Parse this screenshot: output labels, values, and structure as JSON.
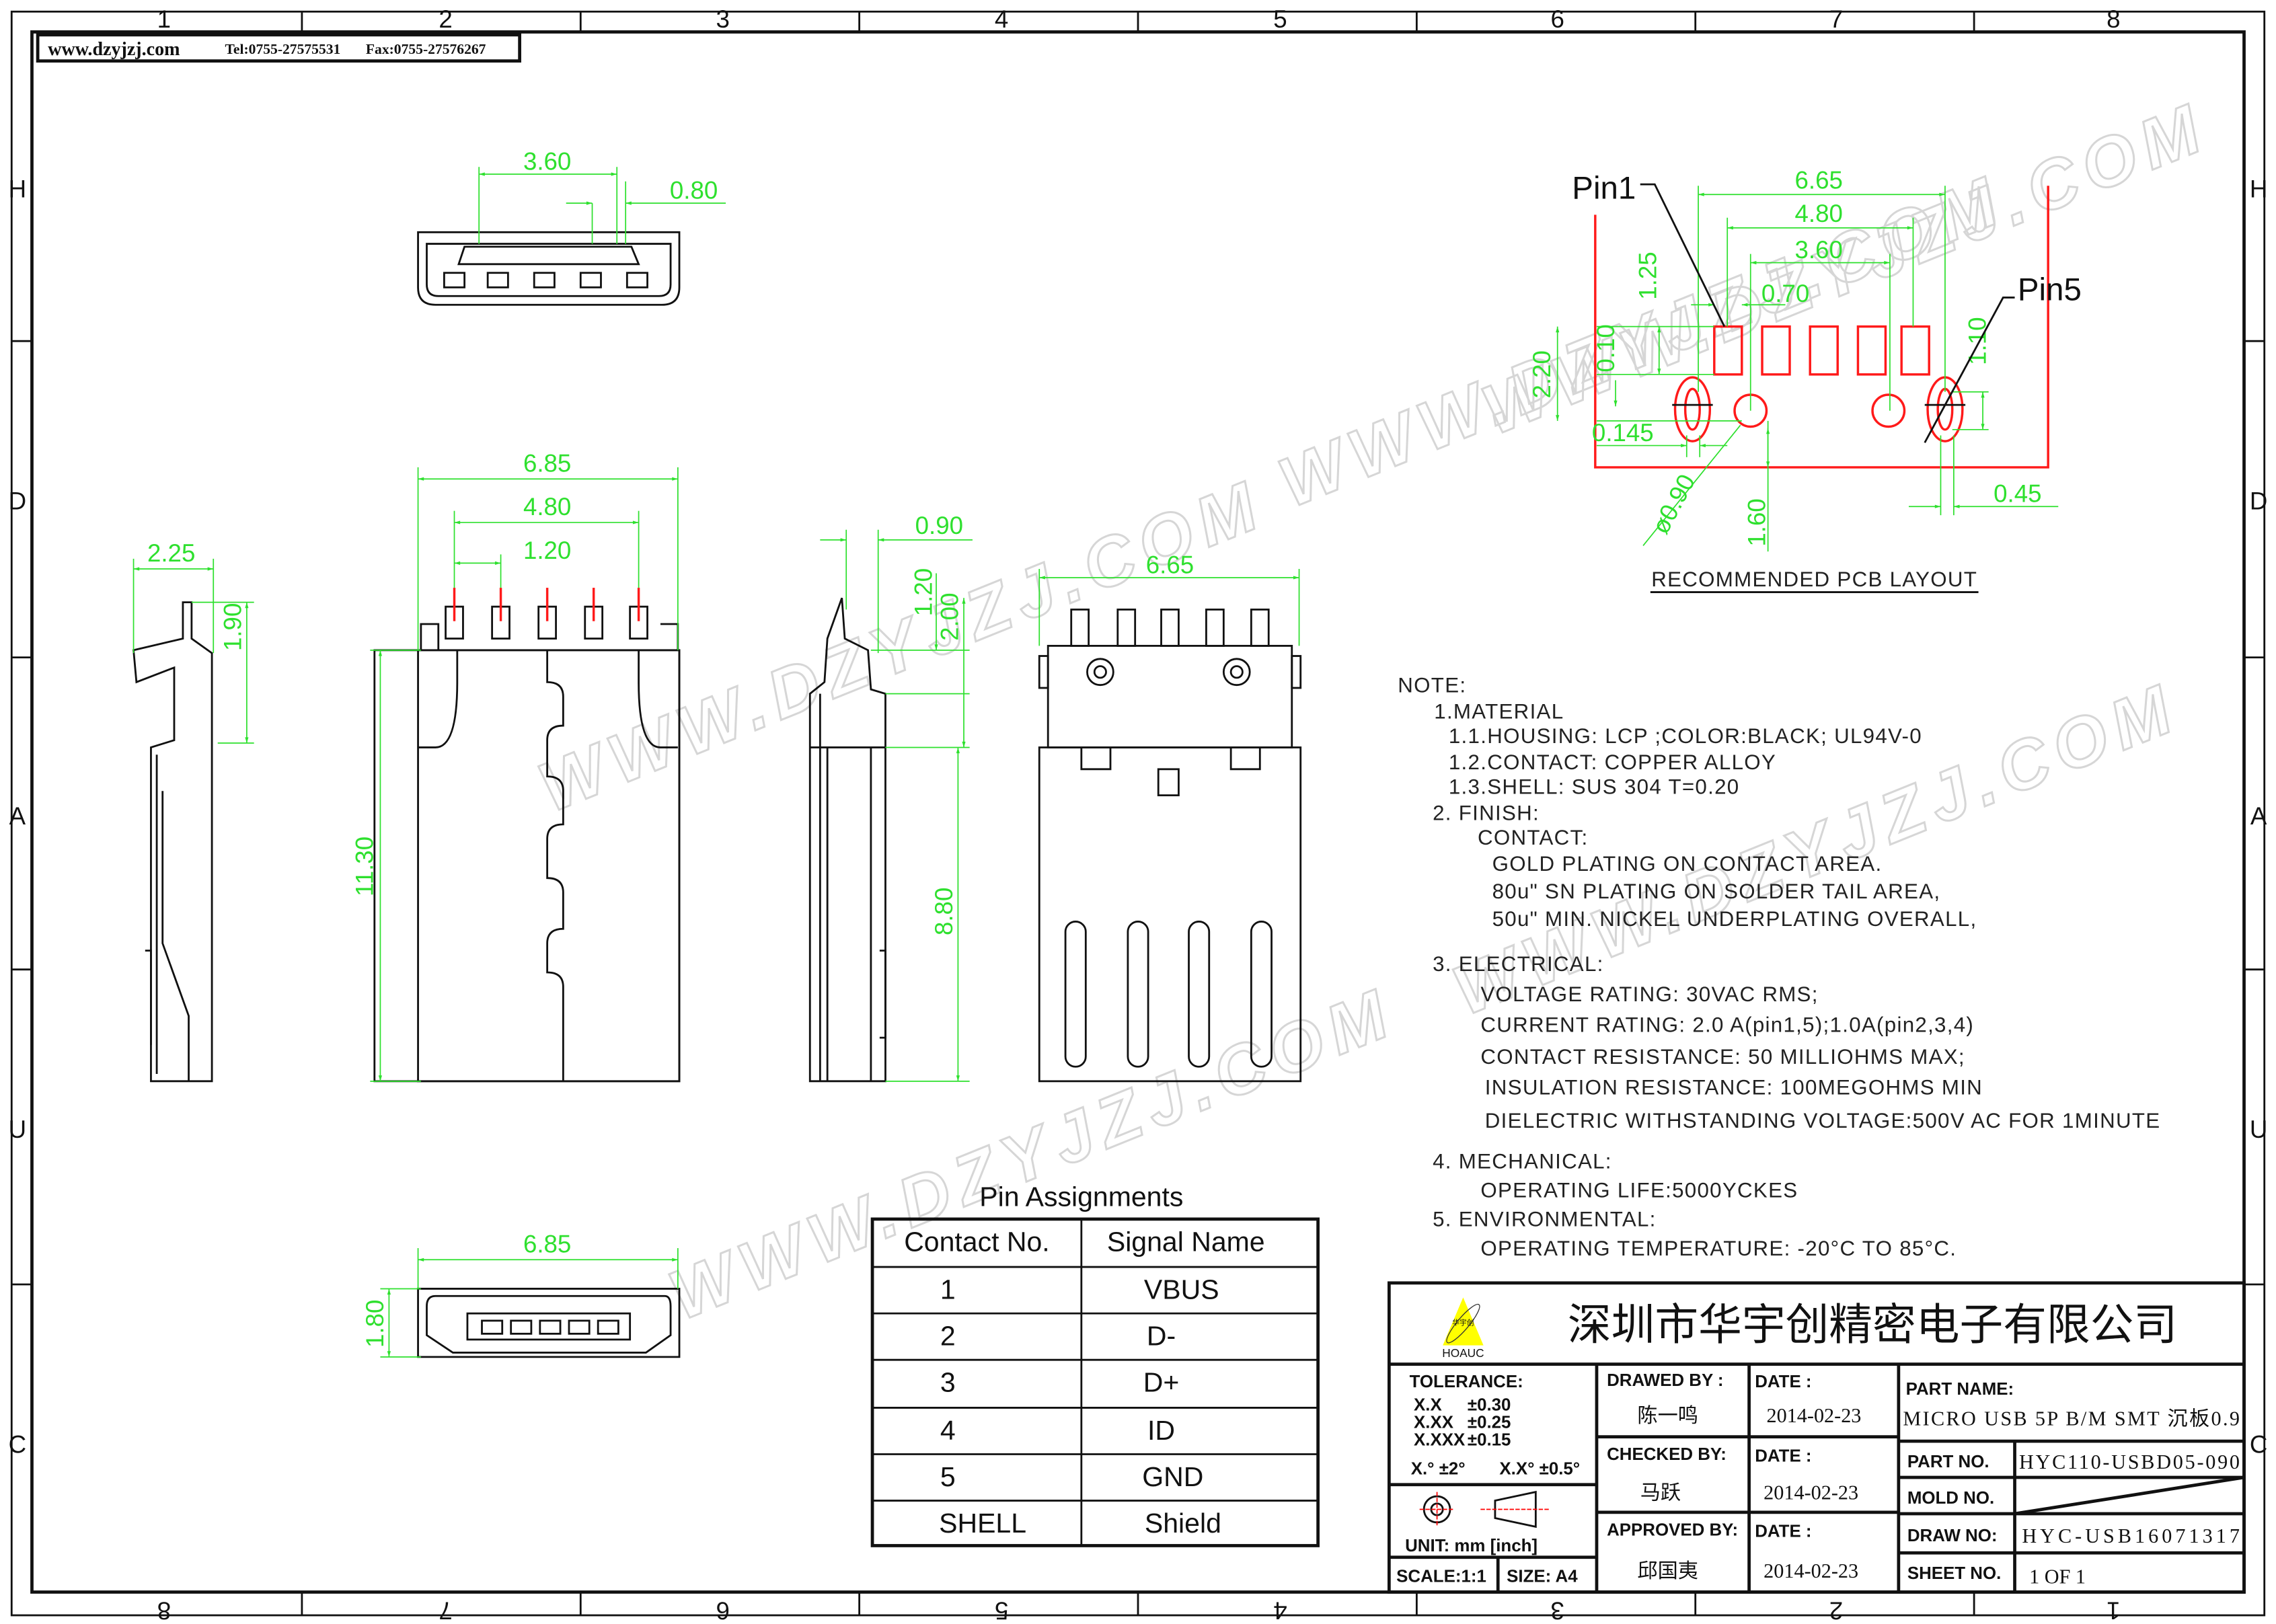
{
  "header": {
    "website": "www.dzyjzj.com",
    "tel": "Tel:0755-27575531",
    "fax": "Fax:0755-27576267"
  },
  "grid": {
    "columns_top": [
      "1",
      "2",
      "3",
      "4",
      "5",
      "6",
      "7",
      "8"
    ],
    "columns_bottom": [
      "8",
      "7",
      "6",
      "5",
      "4",
      "3",
      "2",
      "1"
    ],
    "rows": [
      "H",
      "D",
      "A",
      "U",
      "C"
    ]
  },
  "watermark": "WWW.DZYJZJ.COM",
  "views": {
    "top": {
      "width_contacts": "3.60",
      "pitch": "0.80"
    },
    "side_left": {
      "depth": "2.25",
      "pin_height": "1.90"
    },
    "front": {
      "overall_width": "6.85",
      "contact_span": "4.80",
      "pin_pitch": "1.20",
      "length": "11.30"
    },
    "side_right": {
      "thickness": "0.90",
      "pin_height": "1.20",
      "height": "2.00",
      "plug_length": "8.80"
    },
    "rear": {
      "width": "6.65"
    },
    "bottom": {
      "width": "6.85",
      "height": "1.80"
    }
  },
  "pcb_layout": {
    "title": "RECOMMENDED PCB LAYOUT",
    "pin1": "Pin1",
    "pin5": "Pin5",
    "dims": {
      "d665": "6.65",
      "d480": "4.80",
      "d360": "3.60",
      "d070": "0.70",
      "d125": "1.25",
      "d010": "0.10",
      "d220": "2.20",
      "d0145": "0.145",
      "d090": "ø0.90",
      "d160": "1.60",
      "d045": "0.45",
      "d110": "1.10"
    }
  },
  "notes": {
    "lines": [
      "NOTE:",
      "1.MATERIAL",
      "1.1.HOUSING:  LCP  ;COLOR:BLACK;  UL94V-0",
      "1.2.CONTACT:  COPPER  ALLOY",
      "1.3.SHELL:  SUS  304  T=0.20",
      "2.  FINISH:",
      "CONTACT:",
      "GOLD  PLATING  ON  CONTACT  AREA.",
      "80u\"  SN  PLATING  ON  SOLDER  TAIL  AREA,",
      "50u\"  MIN.  NICKEL  UNDERPLATING  OVERALL,",
      "3.  ELECTRICAL:",
      "VOLTAGE  RATING:  30VAC  RMS;",
      "CURRENT  RATING:  2.0  A(pin1,5);1.0A(pin2,3,4)",
      "CONTACT  RESISTANCE:  50  MILLIOHMS  MAX;",
      "INSULATION  RESISTANCE:  100MEGOHMS  MIN",
      "DIELECTRIC  WITHSTANDING  VOLTAGE:500V  AC  FOR  1MINUTE",
      "4.  MECHANICAL:",
      "OPERATING  LIFE:5000YCKES",
      "5.  ENVIRONMENTAL:",
      "OPERATING  TEMPERATURE:  -20°C  TO  85°C."
    ]
  },
  "pin_table": {
    "title": "Pin Assignments",
    "headers": [
      "Contact No.",
      "Signal Name"
    ],
    "rows": [
      [
        "1",
        "VBUS"
      ],
      [
        "2",
        "D-"
      ],
      [
        "3",
        "D+"
      ],
      [
        "4",
        "ID"
      ],
      [
        "5",
        "GND"
      ],
      [
        "SHELL",
        "Shield"
      ]
    ]
  },
  "title_block": {
    "company": "深圳市华宇创精密电子有限公司",
    "logo_text": "华宇创",
    "logo_brand": "HOAUC",
    "tolerance_label": "TOLERANCE:",
    "tolerances": [
      [
        "X.X",
        "±0.30"
      ],
      [
        "X.XX",
        "±0.25"
      ],
      [
        "X.XXX",
        "±0.15"
      ]
    ],
    "angle_tol": [
      "X.° ±2°",
      "X.X° ±0.5°"
    ],
    "unit": "UNIT:  mm  [inch]",
    "scale": "SCALE:1:1",
    "size": "SIZE:  A4",
    "drawed_by_label": "DRAWED  BY :",
    "drawed_by": "陈一鸣",
    "checked_by_label": "CHECKED  BY:",
    "checked_by": "马跃",
    "approved_by_label": "APPROVED  BY:",
    "approved_by": "邱国夷",
    "date_label": "DATE  :",
    "dates": [
      "2014-02-23",
      "2014-02-23",
      "2014-02-23"
    ],
    "part_name_label": "PART  NAME:",
    "part_name": "MICRO USB 5P B/M SMT 沉板0.9",
    "part_no_label": "PART  NO.",
    "part_no": "HYC110-USBD05-090",
    "mold_no_label": "MOLD  NO.",
    "draw_no_label": "DRAW  NO:",
    "draw_no": "HYC-USB16071317",
    "sheet_no_label": "SHEET  NO.",
    "sheet_no": "1  OF  1"
  }
}
